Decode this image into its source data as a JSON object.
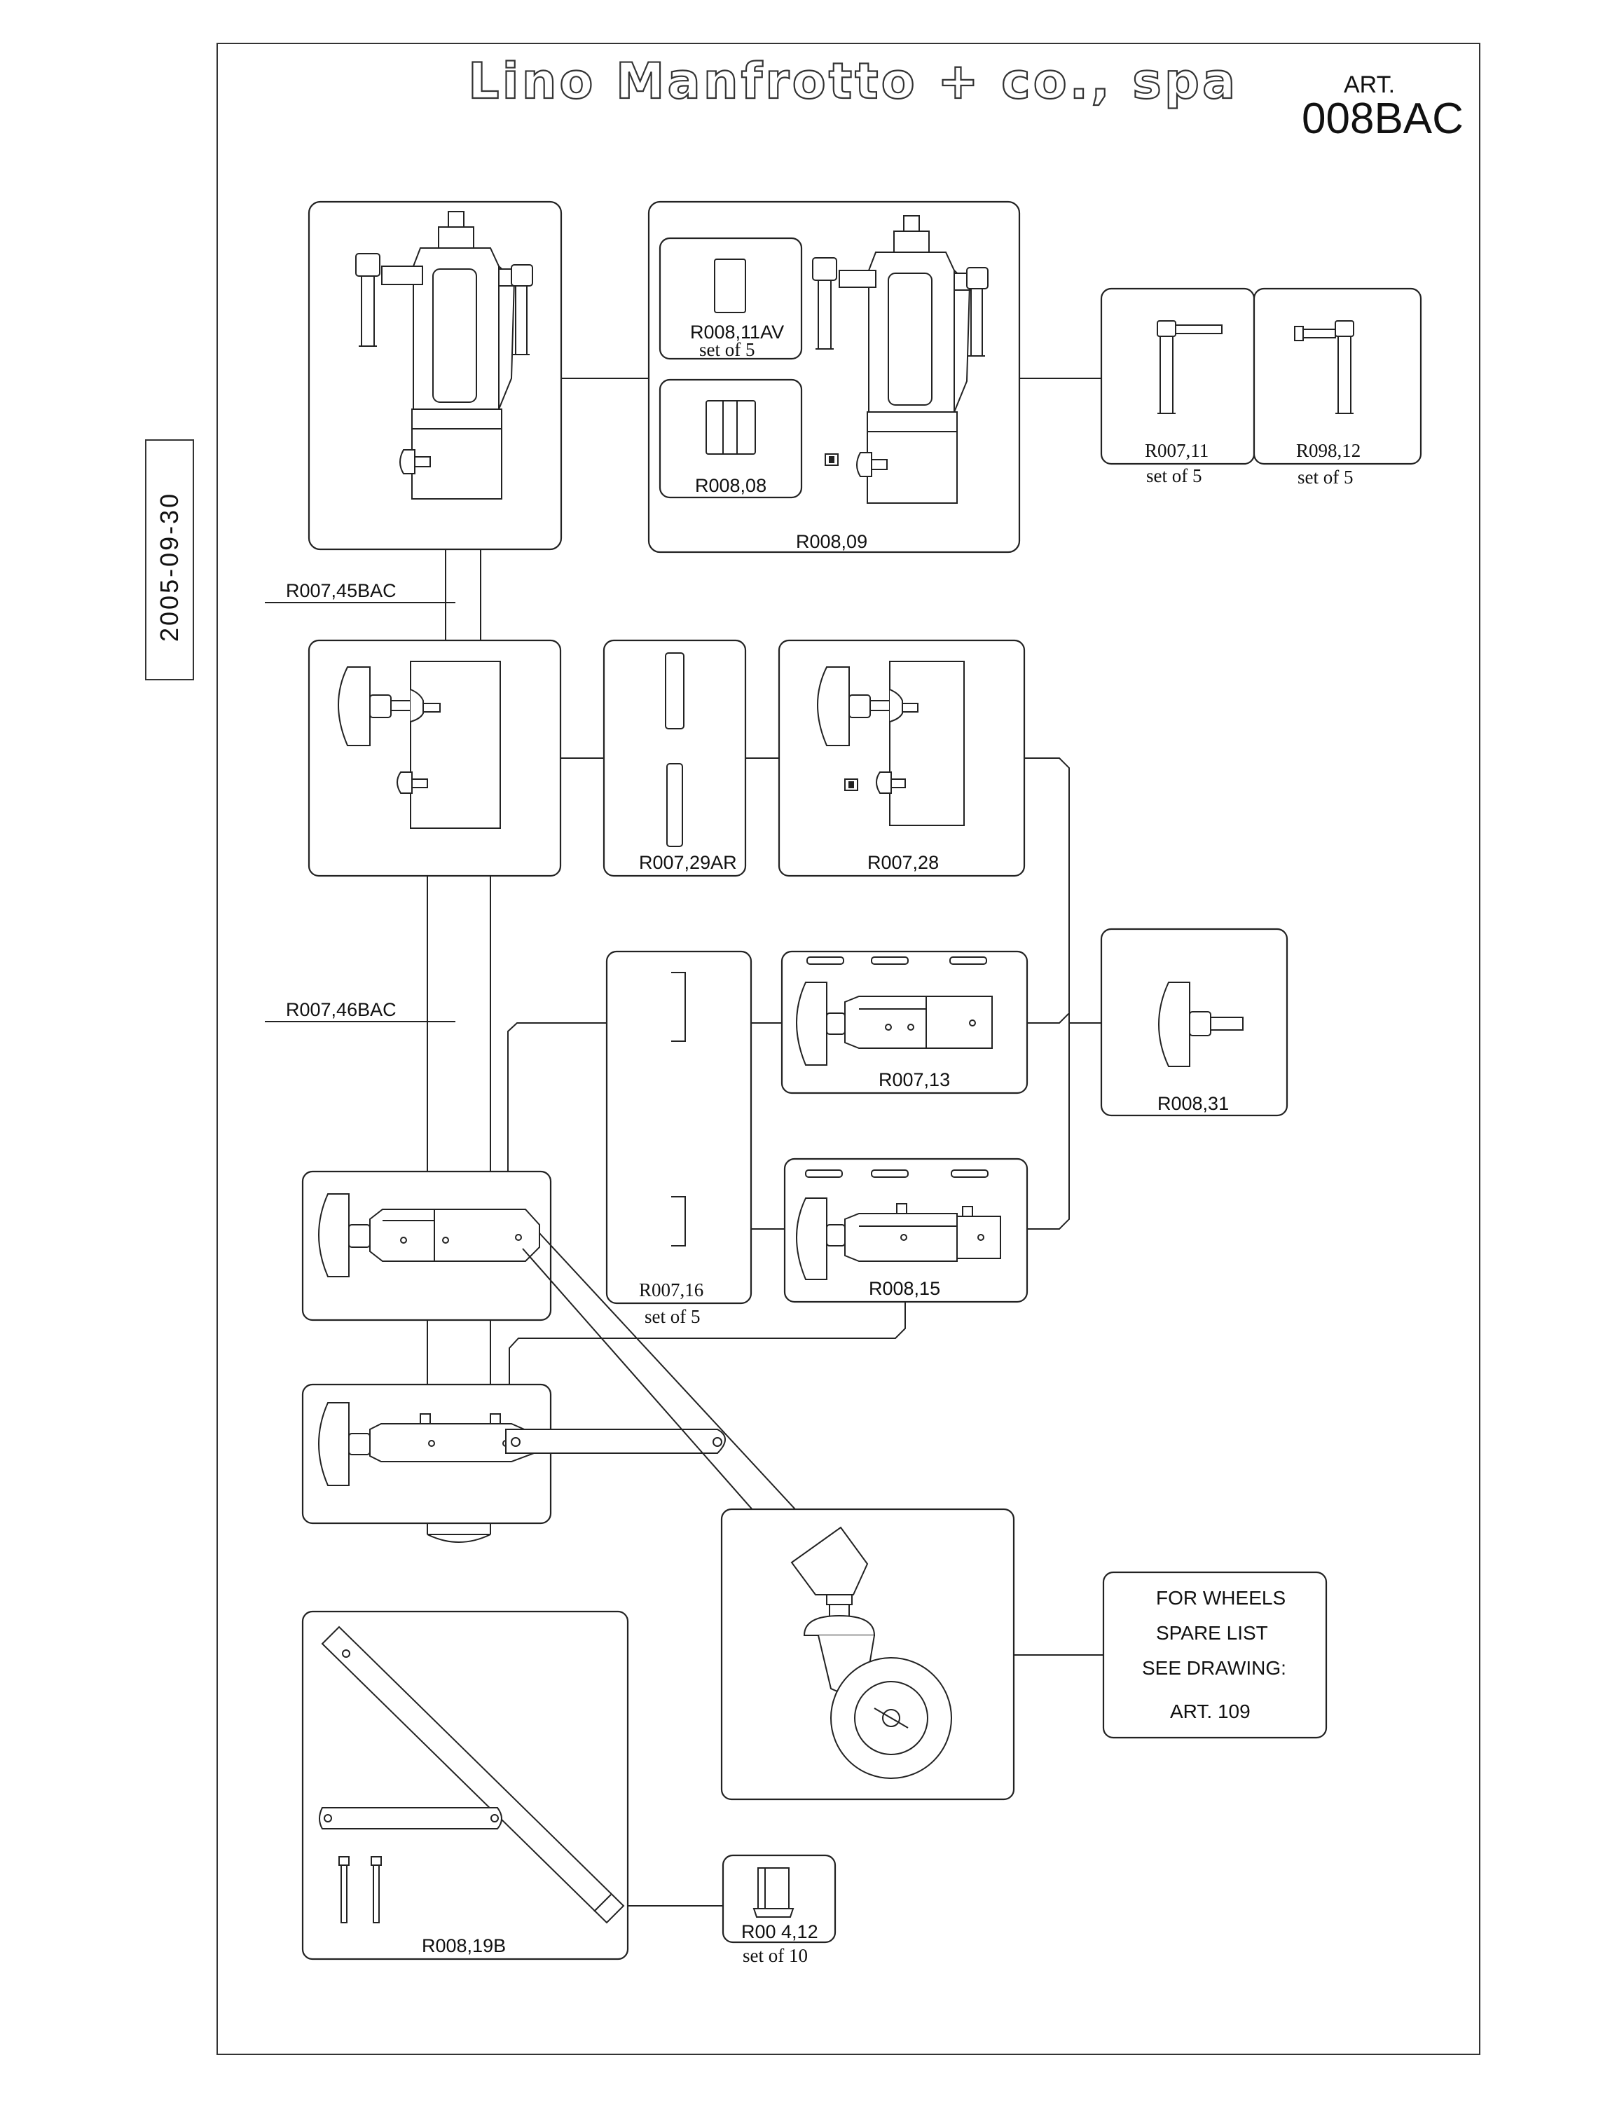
{
  "header": {
    "brand": "Lino Manfrotto + co., spa",
    "art_label": "ART.",
    "art_code": "008BAC"
  },
  "date_stamp": "2005-09-30",
  "parts": {
    "r008_11av": {
      "code": "R008,11AV",
      "qty": "set of 5"
    },
    "r008_08": {
      "code": "R008,08"
    },
    "r008_09": {
      "code": "R008,09"
    },
    "r007_11": {
      "code": "R007,11",
      "qty": "set of 5"
    },
    "r098_12": {
      "code": "R098,12",
      "qty": "set of 5"
    },
    "r007_45bac": {
      "code": "R007,45BAC"
    },
    "r007_29ar": {
      "code": "R007,29AR"
    },
    "r007_28": {
      "code": "R007,28"
    },
    "r007_46bac": {
      "code": "R007,46BAC"
    },
    "r007_13": {
      "code": "R007,13"
    },
    "r008_31": {
      "code": "R008,31"
    },
    "r007_16": {
      "code": "R007,16",
      "qty": "set of 5"
    },
    "r008_15": {
      "code": "R008,15"
    },
    "r008_19b": {
      "code": "R008,19B"
    },
    "r004_12": {
      "code": "R00 4,12",
      "qty": "set of 10"
    }
  },
  "wheel_note": {
    "line1": "FOR WHEELS",
    "line2": "SPARE LIST",
    "line3": "SEE DRAWING:",
    "line4": "ART. 109"
  }
}
